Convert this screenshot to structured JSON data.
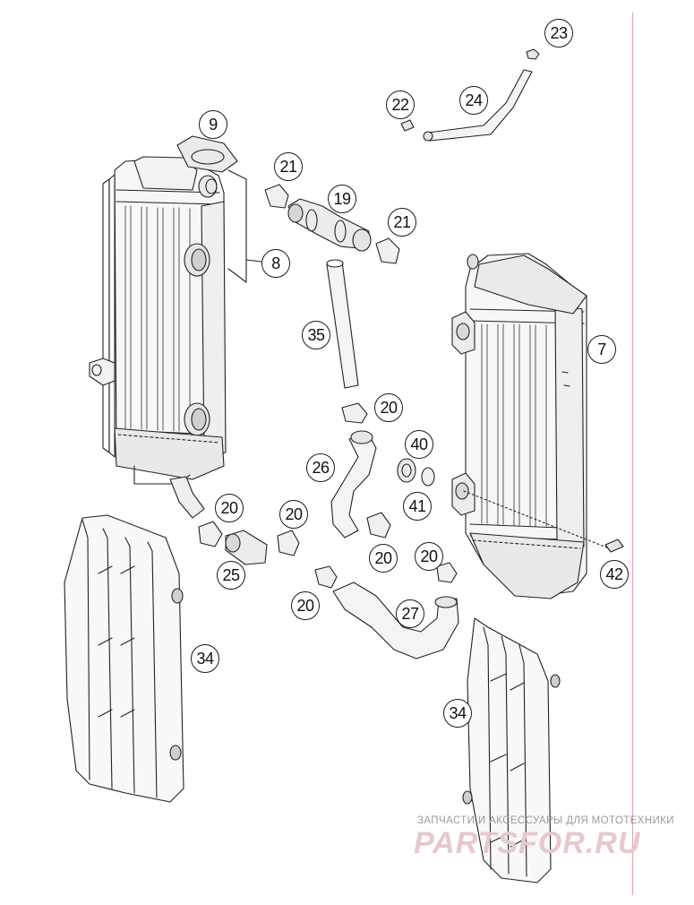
{
  "diagram": {
    "title": "",
    "callouts": [
      {
        "id": "c9",
        "label": "9"
      },
      {
        "id": "c8",
        "label": "8"
      },
      {
        "id": "c21a",
        "label": "21"
      },
      {
        "id": "c19",
        "label": "19"
      },
      {
        "id": "c21b",
        "label": "21"
      },
      {
        "id": "c22",
        "label": "22"
      },
      {
        "id": "c24",
        "label": "24"
      },
      {
        "id": "c23",
        "label": "23"
      },
      {
        "id": "c35",
        "label": "35"
      },
      {
        "id": "c7",
        "label": "7"
      },
      {
        "id": "c20a",
        "label": "20"
      },
      {
        "id": "c40",
        "label": "40"
      },
      {
        "id": "c26",
        "label": "26"
      },
      {
        "id": "c41",
        "label": "41"
      },
      {
        "id": "c20b",
        "label": "20"
      },
      {
        "id": "c20c",
        "label": "20"
      },
      {
        "id": "c25",
        "label": "25"
      },
      {
        "id": "c20d",
        "label": "20"
      },
      {
        "id": "c20e",
        "label": "20"
      },
      {
        "id": "c42",
        "label": "42"
      },
      {
        "id": "c20f",
        "label": "20"
      },
      {
        "id": "c27",
        "label": "27"
      },
      {
        "id": "c34a",
        "label": "34"
      },
      {
        "id": "c34b",
        "label": "34"
      }
    ]
  },
  "watermark": {
    "caption": "ЗАПЧАСТИ И АКСЕССУАРЫ ДЛЯ МОТОТЕХНИКИ",
    "logo_left": "PARTS",
    "logo_right": "FOR.RU"
  }
}
